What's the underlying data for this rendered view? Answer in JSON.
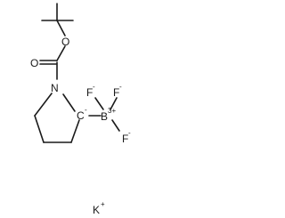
{
  "molecule": {
    "atoms": {
      "o_carbonyl": "O",
      "o_ester": "O",
      "n_ring": "N",
      "carbanion": "C",
      "boron": "B",
      "f_left": "F",
      "f_right": "F",
      "f_bottom": "F",
      "counter_ion": "K"
    },
    "charges": {
      "carbanion": "-",
      "boron": "3+",
      "f_left": "-",
      "f_right": "-",
      "f_bottom": "-",
      "counter_ion": "+"
    }
  },
  "colors": {
    "ink": "#1a1a1a",
    "background": "#ffffff"
  }
}
